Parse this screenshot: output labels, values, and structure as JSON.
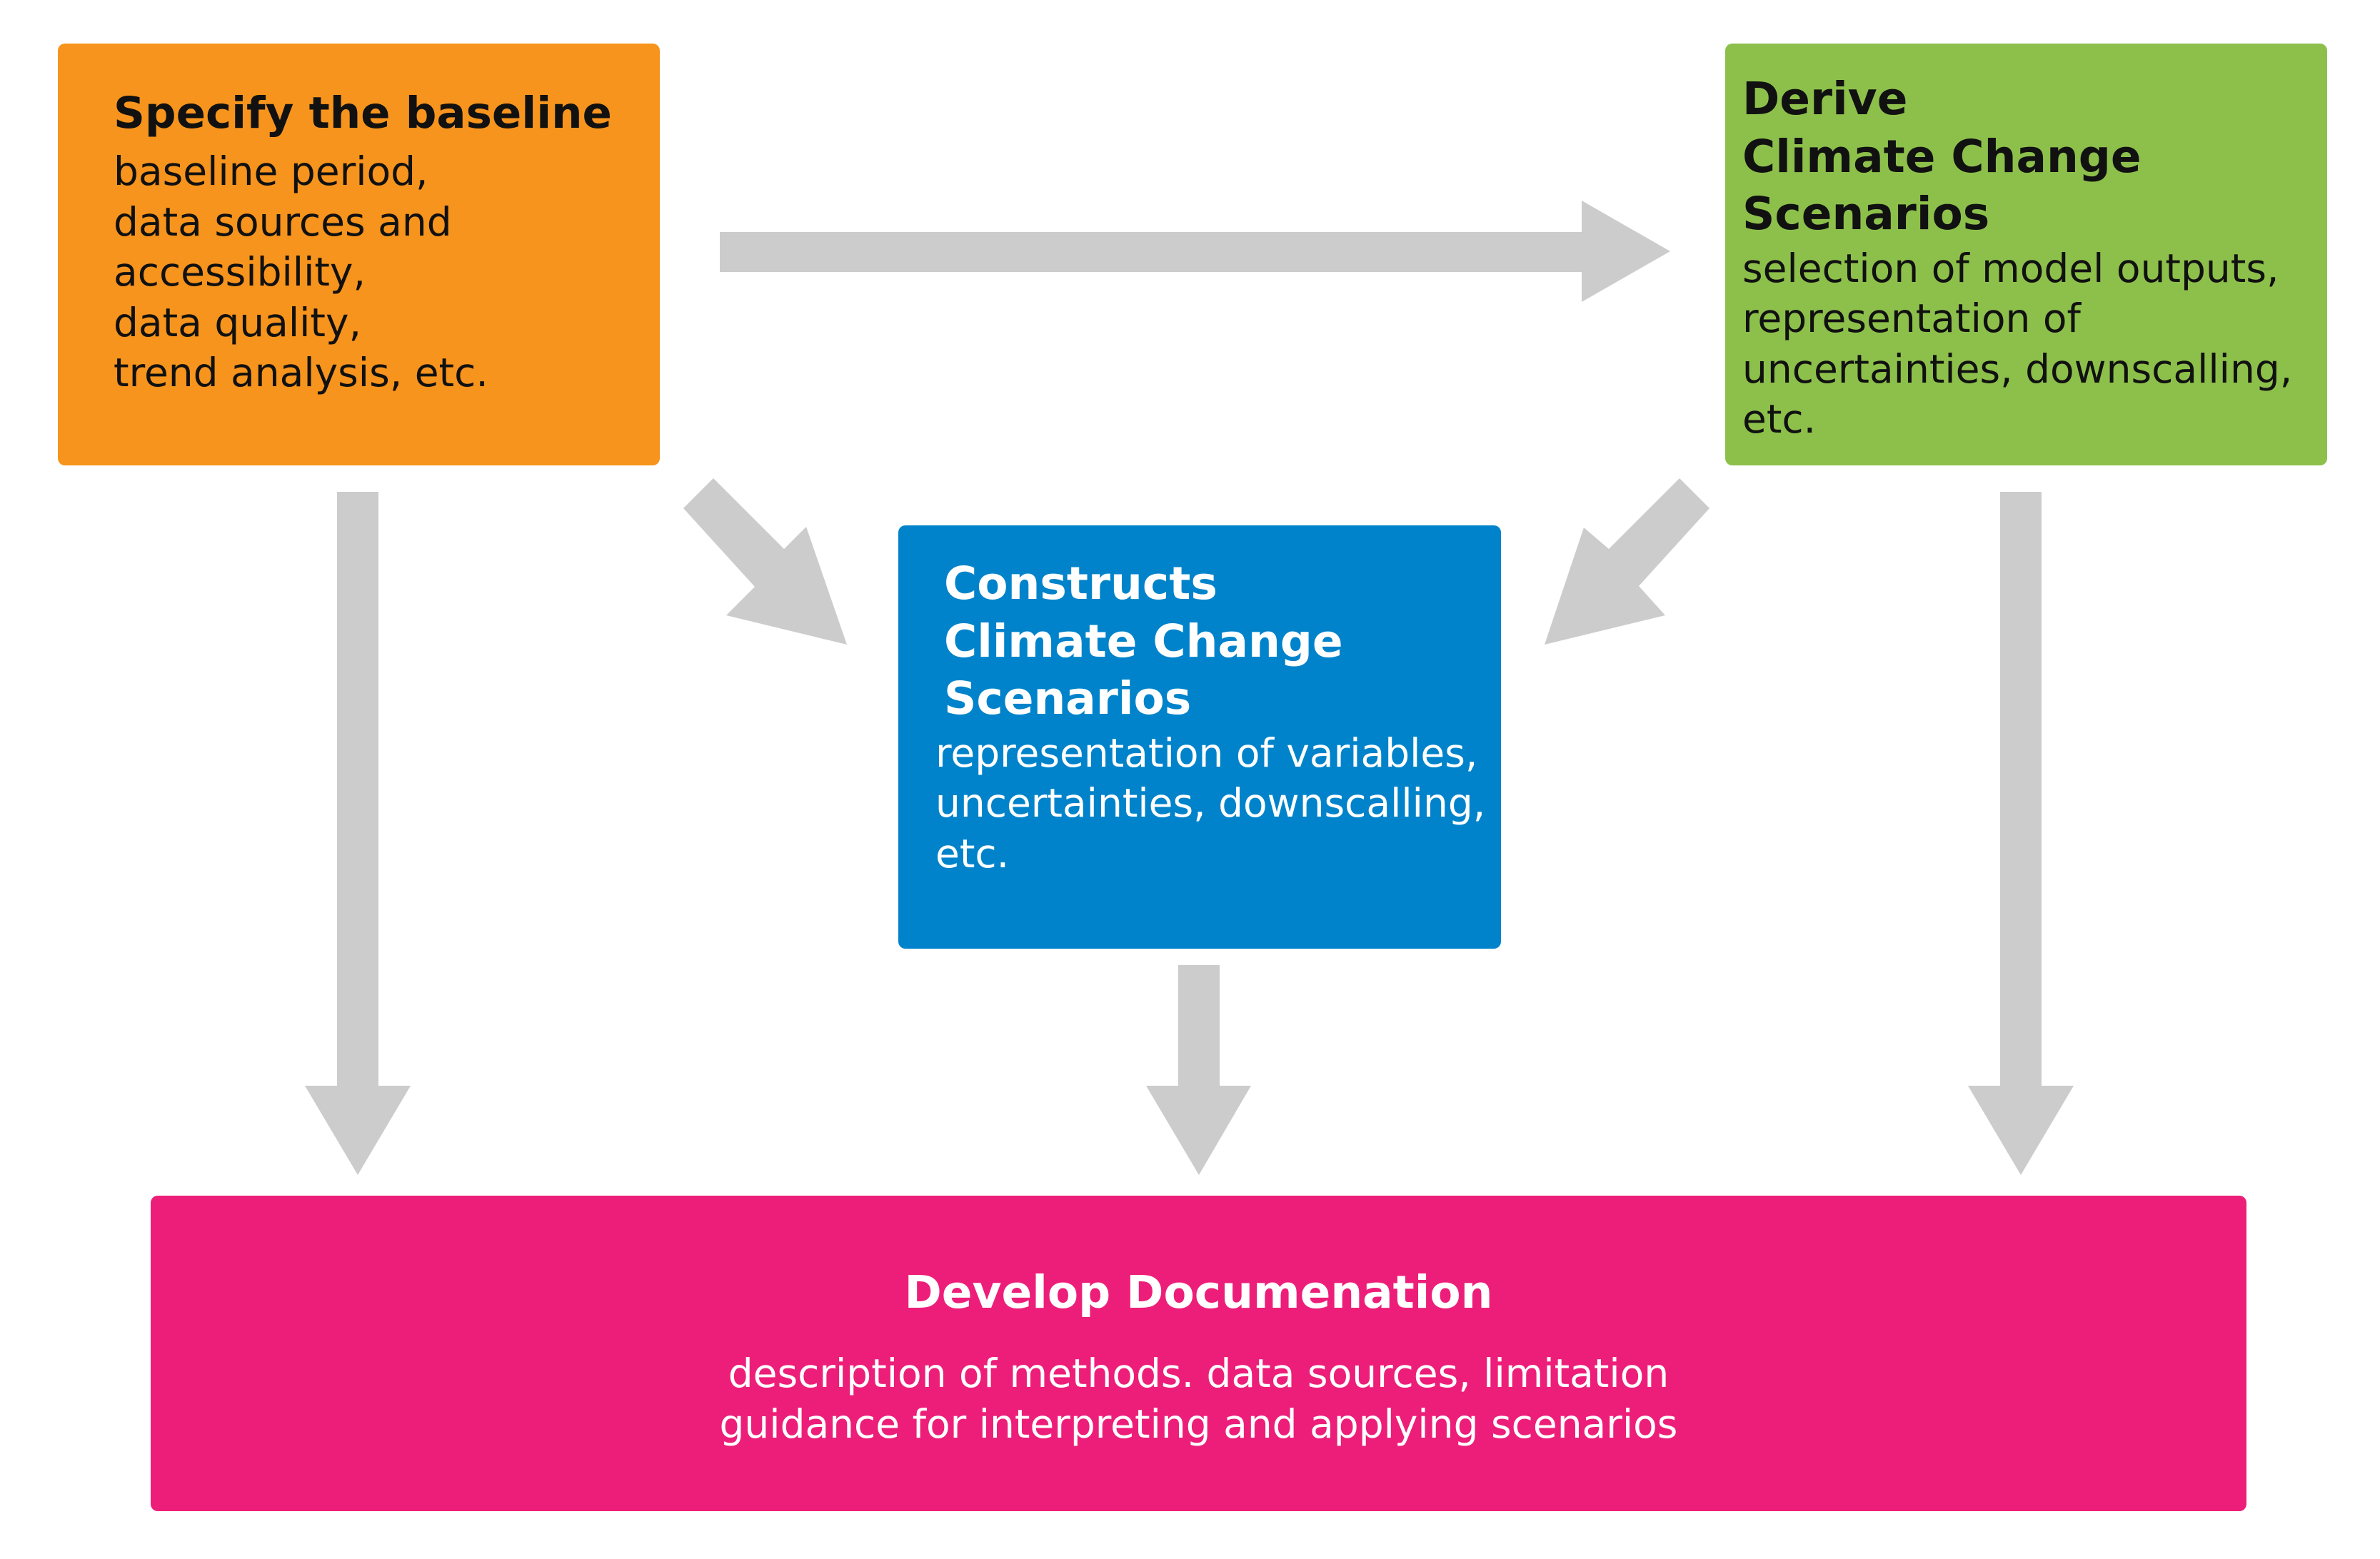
{
  "colors": {
    "arrow": "#cccccc",
    "baseline": "#f7941d",
    "derive": "#8dc04b",
    "construct": "#0083ca",
    "documentation": "#ed1e79"
  },
  "boxes": {
    "baseline": {
      "title": "Specify the baseline",
      "body": "baseline period,\ndata sources and\naccessibility,\ndata quality,\ntrend analysis, etc."
    },
    "derive": {
      "title": "Derive\nClimate Change\nScenarios",
      "body": "selection of model outputs,\nrepresentation of\nuncertainties, downscalling,\netc."
    },
    "construct": {
      "title": "Constructs\nClimate Change\nScenarios",
      "body": "representation of variables,\nuncertainties, downscalling,\netc."
    },
    "documentation": {
      "title": "Develop Documenation",
      "body": "description of methods. data sources, limitation\nguidance for interpreting and applying scenarios"
    }
  }
}
